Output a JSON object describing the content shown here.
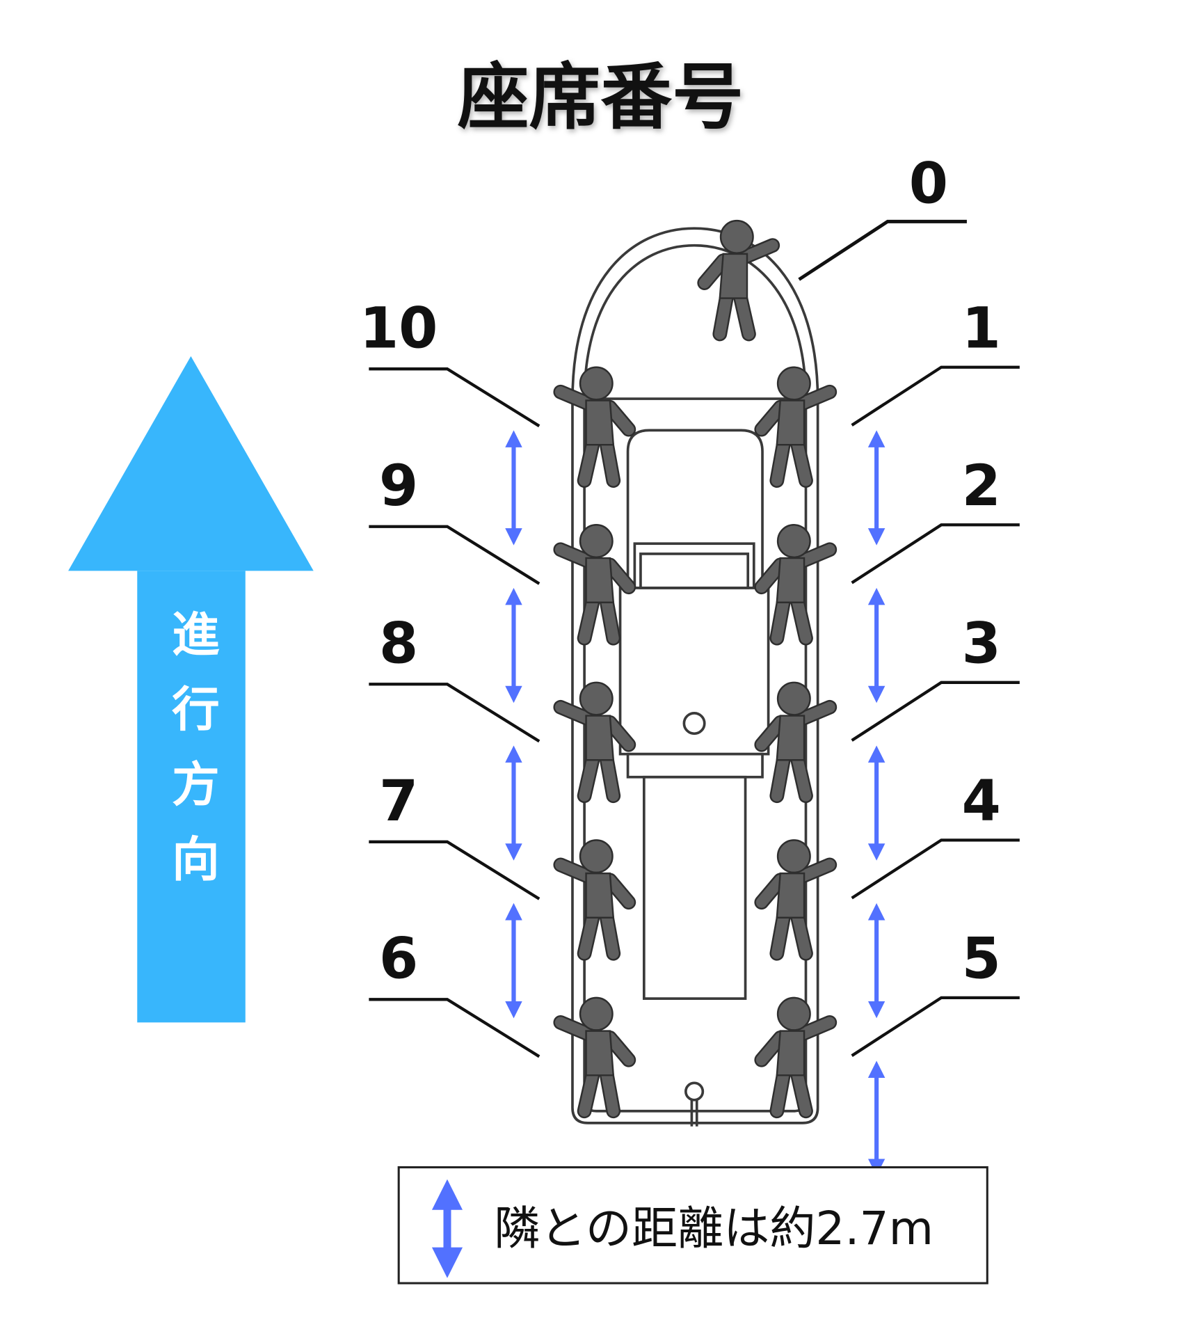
{
  "title": "座席番号",
  "direction_label": "進行方向",
  "legend_text": "隣との距離は約2.7m",
  "seats": {
    "front": "0",
    "right": [
      "1",
      "2",
      "3",
      "4",
      "5"
    ],
    "left": [
      "10",
      "9",
      "8",
      "7",
      "6"
    ]
  },
  "colors": {
    "direction_arrow": "#38b6fc",
    "spacing_arrow": "#5271ff",
    "person": "#5f5f5f"
  }
}
